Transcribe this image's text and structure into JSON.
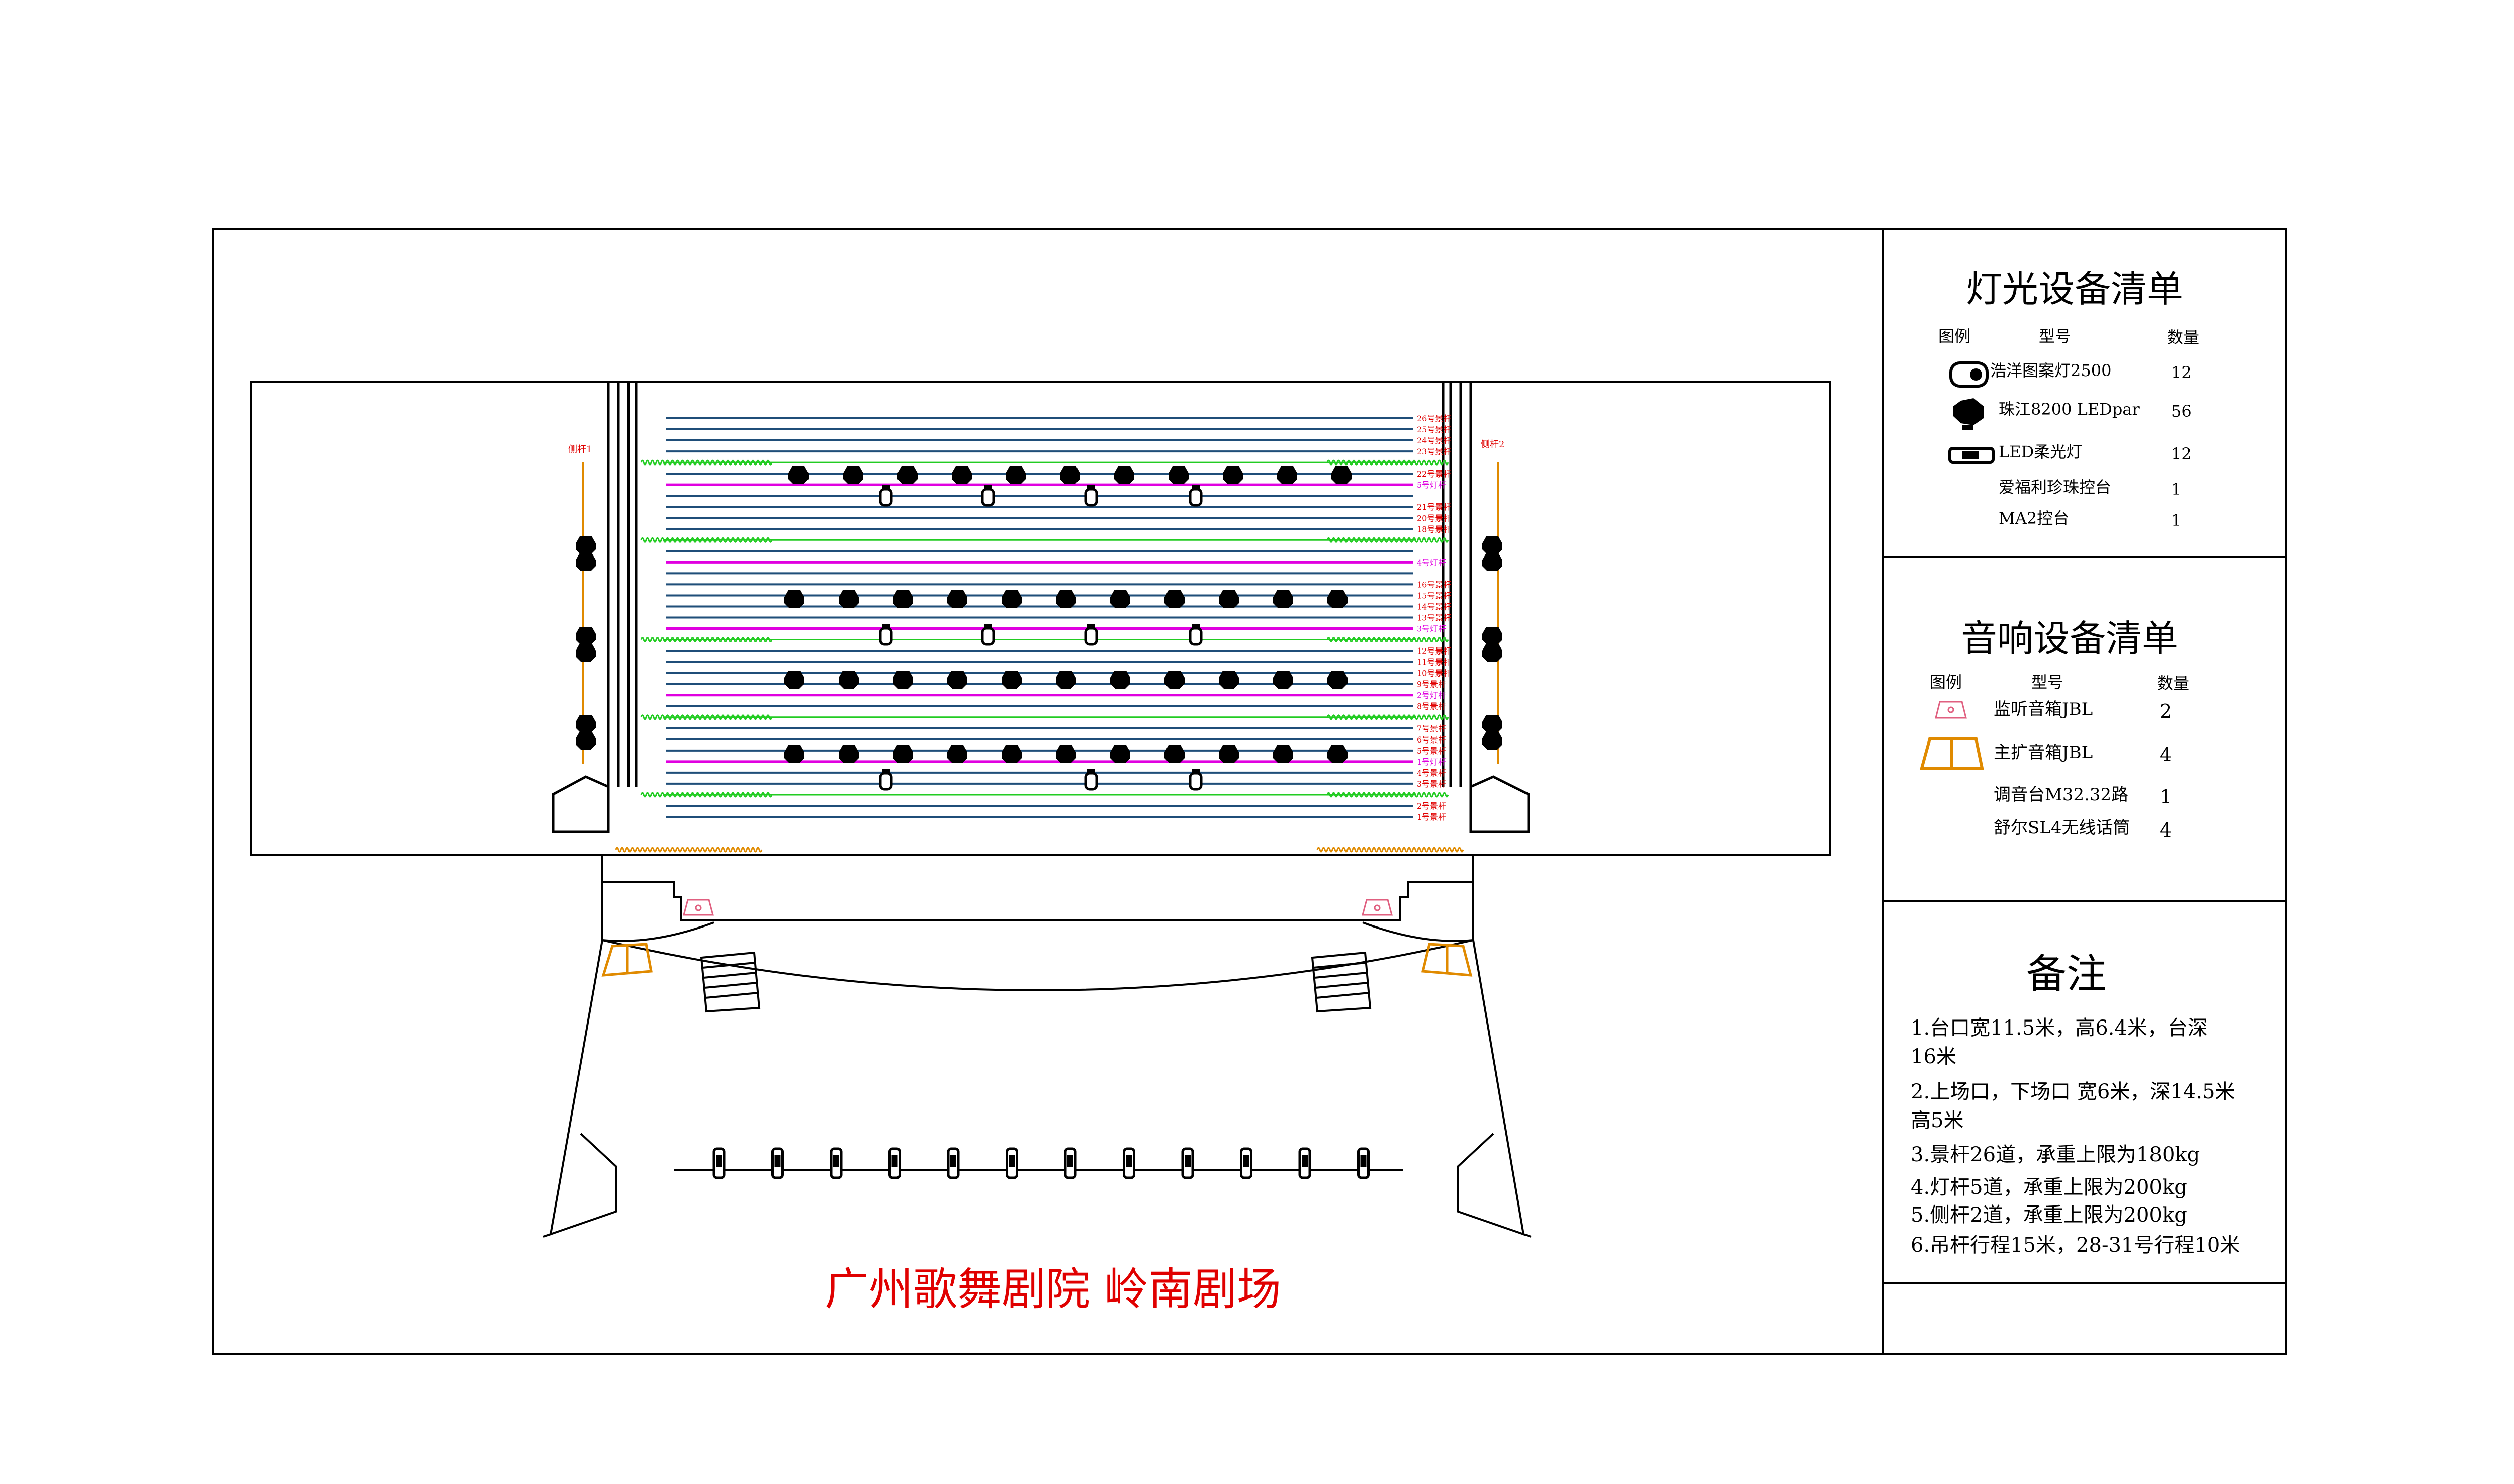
{
  "theatre_name": "广州歌舞剧院  岭南剧场",
  "side_poles": {
    "left": "侧杆1",
    "right": "侧杆2"
  },
  "lighting_list": {
    "title": "灯光设备清单",
    "headers": {
      "legend": "图例",
      "model": "型号",
      "qty": "数量"
    },
    "items": [
      {
        "model": "浩洋图案灯2500",
        "qty": "12",
        "icon": "pattern-light-icon"
      },
      {
        "model": "珠江8200 LEDpar",
        "qty": "56",
        "icon": "led-par-icon"
      },
      {
        "model": "LED柔光灯",
        "qty": "12",
        "icon": "soft-light-icon"
      },
      {
        "model": "爱福利珍珠控台",
        "qty": "1",
        "icon": ""
      },
      {
        "model": "MA2控台",
        "qty": "1",
        "icon": ""
      }
    ]
  },
  "sound_list": {
    "title": "音响设备清单",
    "headers": {
      "legend": "图例",
      "model": "型号",
      "qty": "数量"
    },
    "items": [
      {
        "model": "监听音箱JBL",
        "qty": "2",
        "icon": "monitor-speaker-icon"
      },
      {
        "model": "主扩音箱JBL",
        "qty": "4",
        "icon": "main-speaker-icon"
      },
      {
        "model": "调音台M32.32路",
        "qty": "1",
        "icon": ""
      },
      {
        "model": "舒尔SL4无线话筒",
        "qty": "4",
        "icon": ""
      }
    ]
  },
  "notes": {
    "title": "备注",
    "lines": [
      "1.台口宽11.5米，高6.4米，台深",
      "16米",
      "2.上场口，下场口 宽6米，深14.5米",
      "高5米",
      "3.景杆26道，承重上限为180kg",
      "4.灯杆5道，承重上限为200kg",
      "5.侧杆2道，承重上限为200kg",
      "6.吊杆行程15米，28-31号行程10米"
    ]
  },
  "colors": {
    "scenery_bar": "#1f4e79",
    "light_bar": "#e000e0",
    "curtain": "#22cc22",
    "label_red": "#e00000",
    "label_magenta": "#e000e0",
    "speaker_orange": "#e08a00",
    "monitor_pink": "#e06080",
    "title_red": "#e00000"
  },
  "bars": [
    {
      "label": "26号景杆",
      "kind": "scenery"
    },
    {
      "label": "25号景杆",
      "kind": "scenery"
    },
    {
      "label": "24号景杆",
      "kind": "scenery"
    },
    {
      "label": "23号景杆",
      "kind": "scenery"
    },
    {
      "label": "",
      "kind": "curtain"
    },
    {
      "label": "22号景杆",
      "kind": "scenery"
    },
    {
      "label": "5号灯杆",
      "kind": "light"
    },
    {
      "label": "",
      "kind": "scenery"
    },
    {
      "label": "21号景杆",
      "kind": "scenery"
    },
    {
      "label": "20号景杆",
      "kind": "scenery"
    },
    {
      "label": "18号景杆",
      "kind": "scenery"
    },
    {
      "label": "",
      "kind": "curtain"
    },
    {
      "label": "",
      "kind": "scenery"
    },
    {
      "label": "4号灯杆",
      "kind": "light"
    },
    {
      "label": "",
      "kind": "scenery"
    },
    {
      "label": "16号景杆",
      "kind": "scenery"
    },
    {
      "label": "15号景杆",
      "kind": "scenery"
    },
    {
      "label": "14号景杆",
      "kind": "scenery"
    },
    {
      "label": "13号景杆",
      "kind": "scenery"
    },
    {
      "label": "3号灯杆",
      "kind": "light"
    },
    {
      "label": "",
      "kind": "curtain"
    },
    {
      "label": "12号景杆",
      "kind": "scenery"
    },
    {
      "label": "11号景杆",
      "kind": "scenery"
    },
    {
      "label": "10号景杆",
      "kind": "scenery"
    },
    {
      "label": "9号景杆",
      "kind": "scenery"
    },
    {
      "label": "2号灯杆",
      "kind": "light"
    },
    {
      "label": "8号景杆",
      "kind": "scenery"
    },
    {
      "label": "",
      "kind": "curtain"
    },
    {
      "label": "7号景杆",
      "kind": "scenery"
    },
    {
      "label": "6号景杆",
      "kind": "scenery"
    },
    {
      "label": "5号景杆",
      "kind": "scenery"
    },
    {
      "label": "1号灯杆",
      "kind": "light"
    },
    {
      "label": "4号景杆",
      "kind": "scenery"
    },
    {
      "label": "3号景杆",
      "kind": "scenery"
    },
    {
      "label": "",
      "kind": "curtain"
    },
    {
      "label": "2号景杆",
      "kind": "scenery"
    },
    {
      "label": "1号景杆",
      "kind": "scenery"
    }
  ]
}
